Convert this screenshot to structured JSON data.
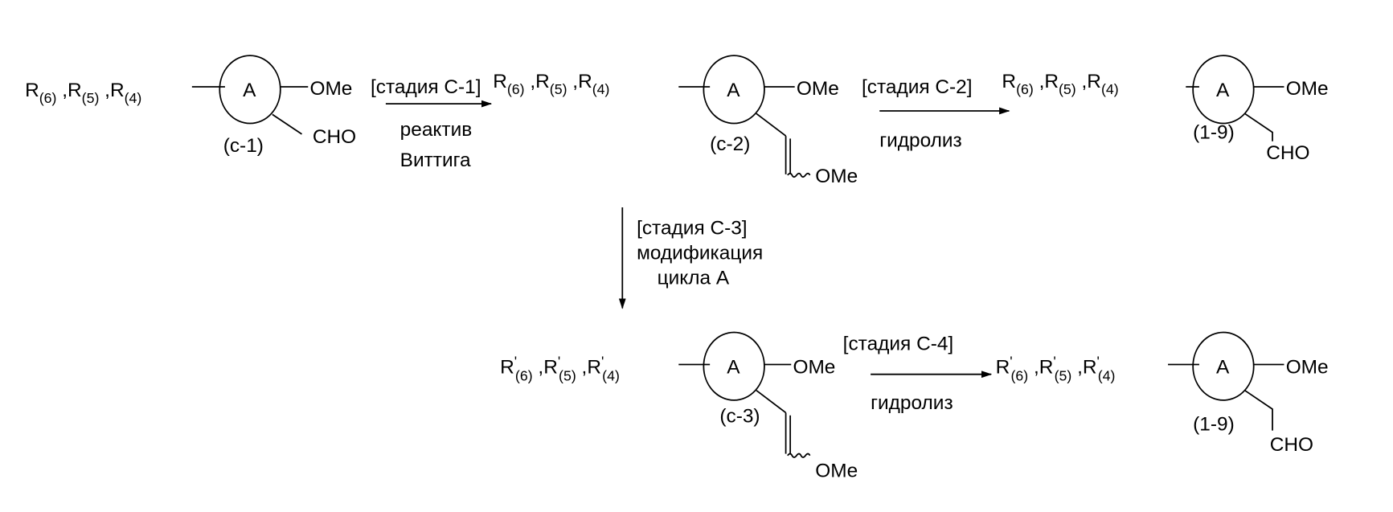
{
  "sep": " ,",
  "ring_label": "A",
  "ome": "OMe",
  "cho": "CHO",
  "prime": "'",
  "compounds": {
    "c1": {
      "id": "(c-1)",
      "r": [
        {
          "sym": "R",
          "sub": "(6)"
        },
        {
          "sym": "R",
          "sub": "(5)"
        },
        {
          "sym": "R",
          "sub": "(4)"
        }
      ]
    },
    "c2": {
      "id": "(c-2)",
      "r": [
        {
          "sym": "R",
          "sub": "(6)"
        },
        {
          "sym": "R",
          "sub": "(5)"
        },
        {
          "sym": "R",
          "sub": "(4)"
        }
      ]
    },
    "p1": {
      "id": "(1-9)",
      "r": [
        {
          "sym": "R",
          "sub": "(6)"
        },
        {
          "sym": "R",
          "sub": "(5)"
        },
        {
          "sym": "R",
          "sub": "(4)"
        }
      ]
    },
    "c3": {
      "id": "(c-3)",
      "r": [
        {
          "sym": "R",
          "sub": "(6)"
        },
        {
          "sym": "R",
          "sub": "(5)"
        },
        {
          "sym": "R",
          "sub": "(4)"
        }
      ]
    },
    "p2": {
      "id": "(1-9)",
      "r": [
        {
          "sym": "R",
          "sub": "(6)"
        },
        {
          "sym": "R",
          "sub": "(5)"
        },
        {
          "sym": "R",
          "sub": "(4)"
        }
      ]
    }
  },
  "steps": {
    "c1": {
      "label": "[стадия С-1]",
      "line1": "реактив",
      "line2": "Виттига"
    },
    "c2": {
      "label": "[стадия С-2]",
      "line1": "гидролиз"
    },
    "c3": {
      "label": "[стадия С-3]",
      "line1": "модификация",
      "line2": "цикла А"
    },
    "c4": {
      "label": "[стадия С-4]",
      "line1": "гидролиз"
    }
  }
}
